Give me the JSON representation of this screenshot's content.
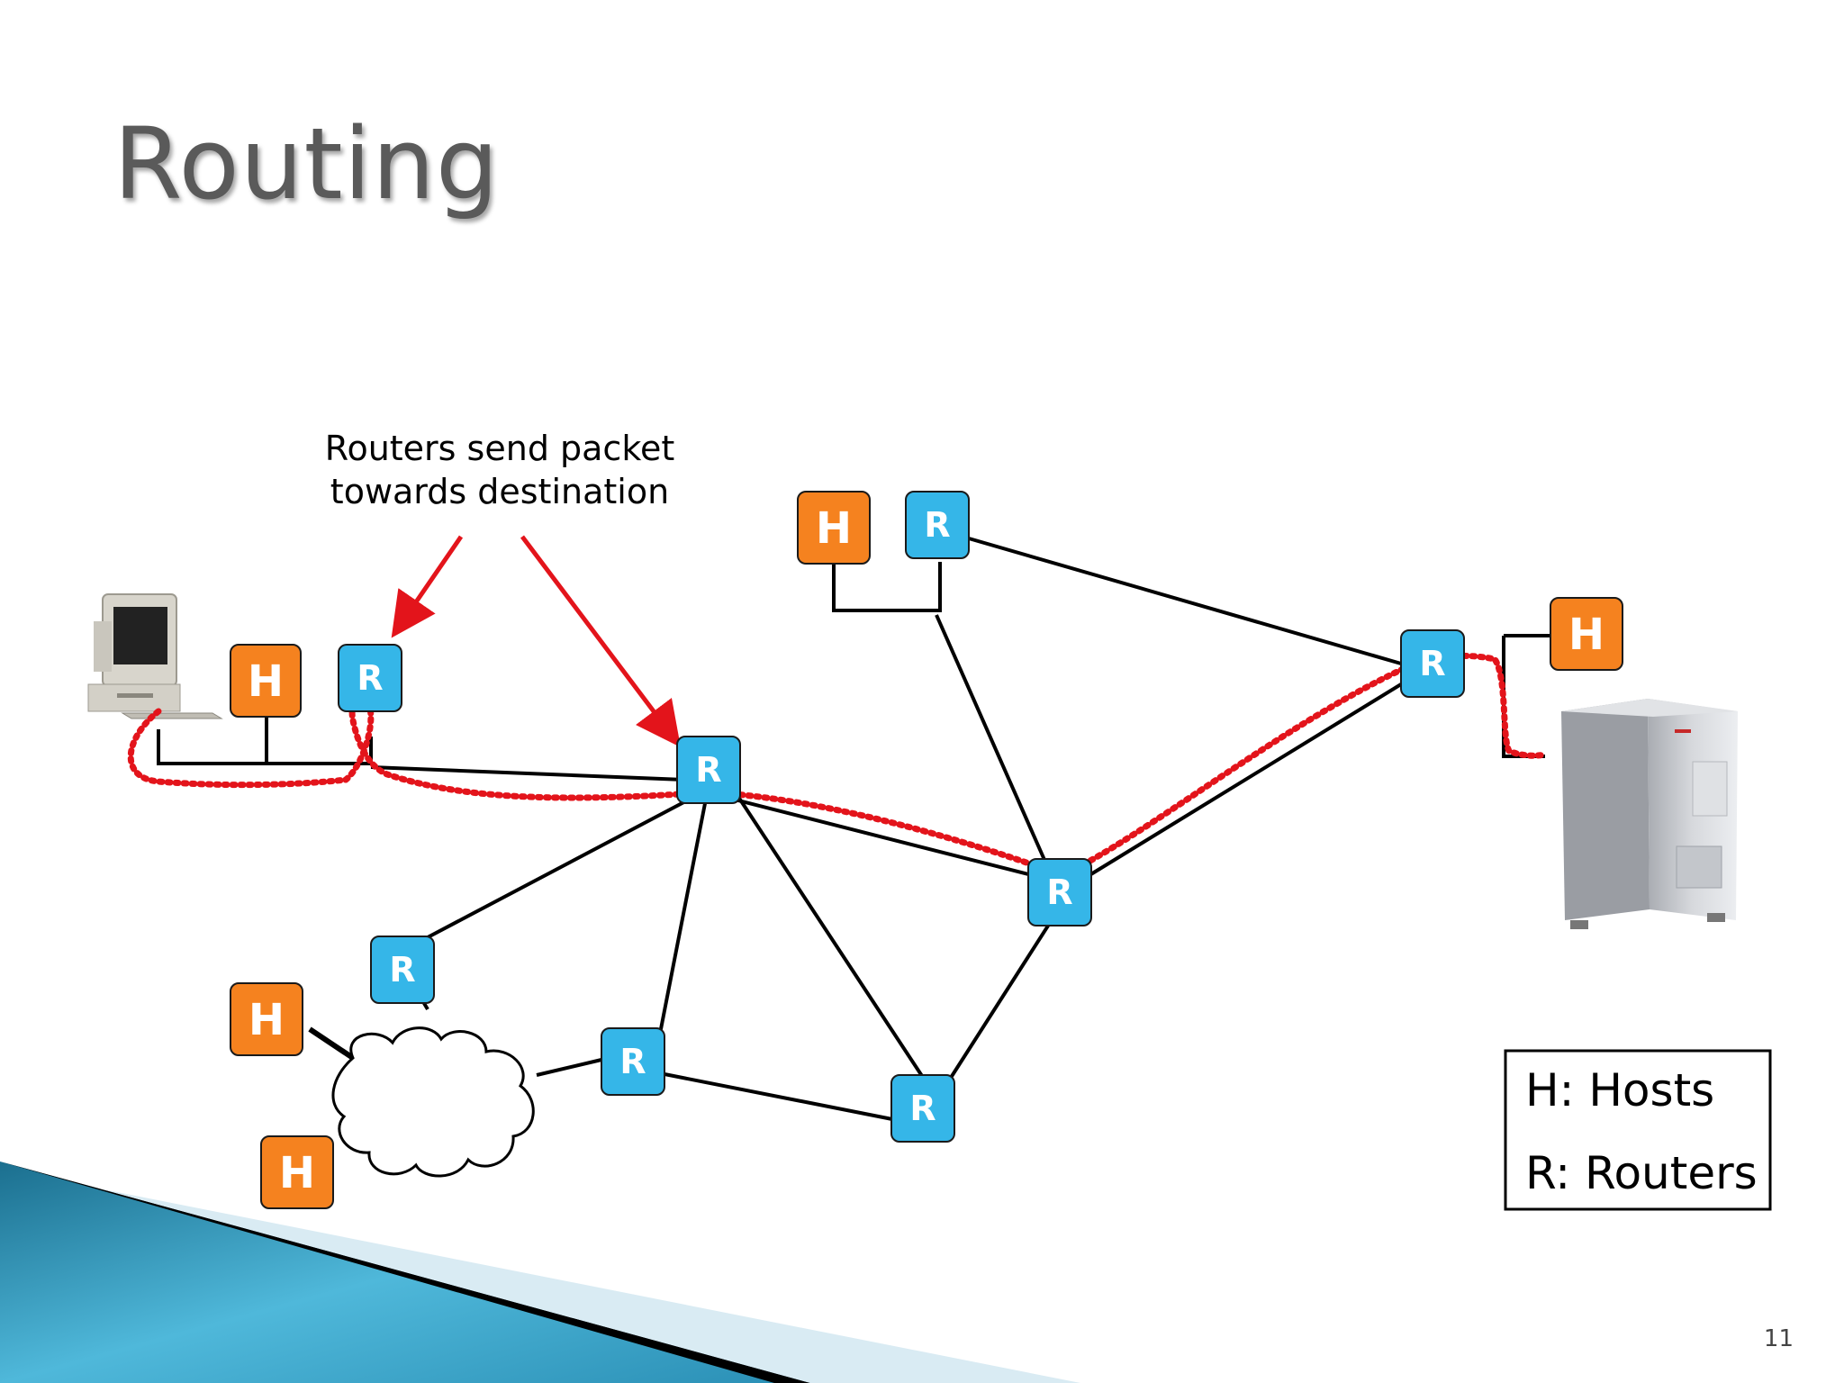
{
  "slide": {
    "title": "Routing",
    "page_number": "11"
  },
  "callout": {
    "line1": "Routers send packet",
    "line2": "towards destination"
  },
  "legend": {
    "hosts": "H: Hosts",
    "routers": "R: Routers"
  },
  "nodes": [
    {
      "id": "h-left",
      "label": "H",
      "kind": "host"
    },
    {
      "id": "r-left",
      "label": "R",
      "kind": "router"
    },
    {
      "id": "r-center",
      "label": "R",
      "kind": "router"
    },
    {
      "id": "h-top",
      "label": "H",
      "kind": "host"
    },
    {
      "id": "r-top",
      "label": "R",
      "kind": "router"
    },
    {
      "id": "r-right",
      "label": "R",
      "kind": "router"
    },
    {
      "id": "h-right",
      "label": "H",
      "kind": "host"
    },
    {
      "id": "r-mid",
      "label": "R",
      "kind": "router"
    },
    {
      "id": "r-lower-left",
      "label": "R",
      "kind": "router"
    },
    {
      "id": "r-lower",
      "label": "R",
      "kind": "router"
    },
    {
      "id": "r-bottom",
      "label": "R",
      "kind": "router"
    },
    {
      "id": "h-cloud-top",
      "label": "H",
      "kind": "host"
    },
    {
      "id": "h-cloud-bottom",
      "label": "H",
      "kind": "host"
    }
  ],
  "colors": {
    "host": "#f5821f",
    "router": "#35b6e8",
    "path": "#e3141b",
    "arrow": "#e3141b",
    "link": "#000000"
  },
  "icons": {
    "source": "desktop-computer-icon",
    "destination": "server-tower-icon",
    "network": "cloud-icon"
  }
}
